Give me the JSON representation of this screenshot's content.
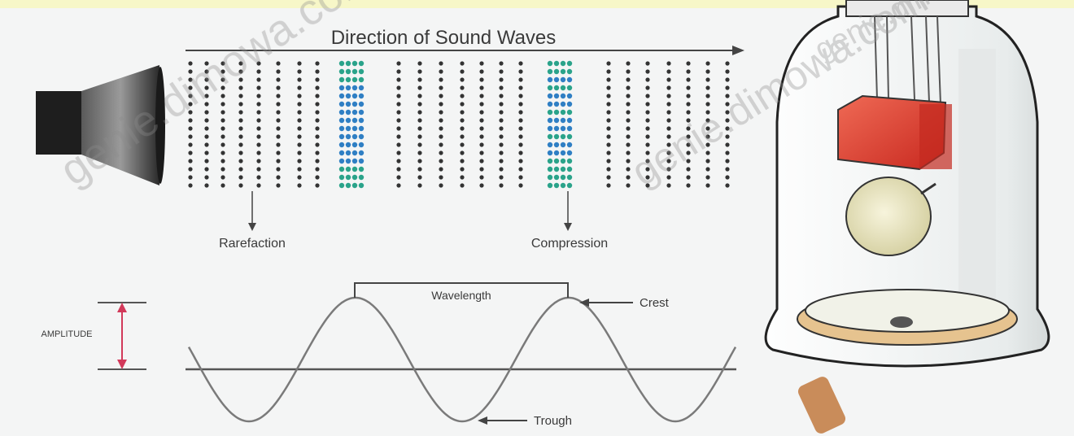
{
  "title": "Direction of Sound Waves",
  "labels": {
    "rarefaction": "Rarefaction",
    "compression": "Compression",
    "amplitude": "AMPLITUDE",
    "wavelength": "Wavelength",
    "crest": "Crest",
    "trough": "Trough"
  },
  "watermarks": [
    "genie.dimowa.com",
    "genie.dimowa.com",
    "genie.dimowa.com"
  ],
  "colors": {
    "background": "#f4f5f5",
    "top_strip": "#f7f7c8",
    "particle": "#333333",
    "compression_blue": "#2f7fc4",
    "compression_teal": "#2aa38a",
    "amplitude_marker": "#d2395a",
    "bell_magnet": "#e0403a",
    "bell_gong": "#efe9c4",
    "tube": "#c98c5a"
  }
}
